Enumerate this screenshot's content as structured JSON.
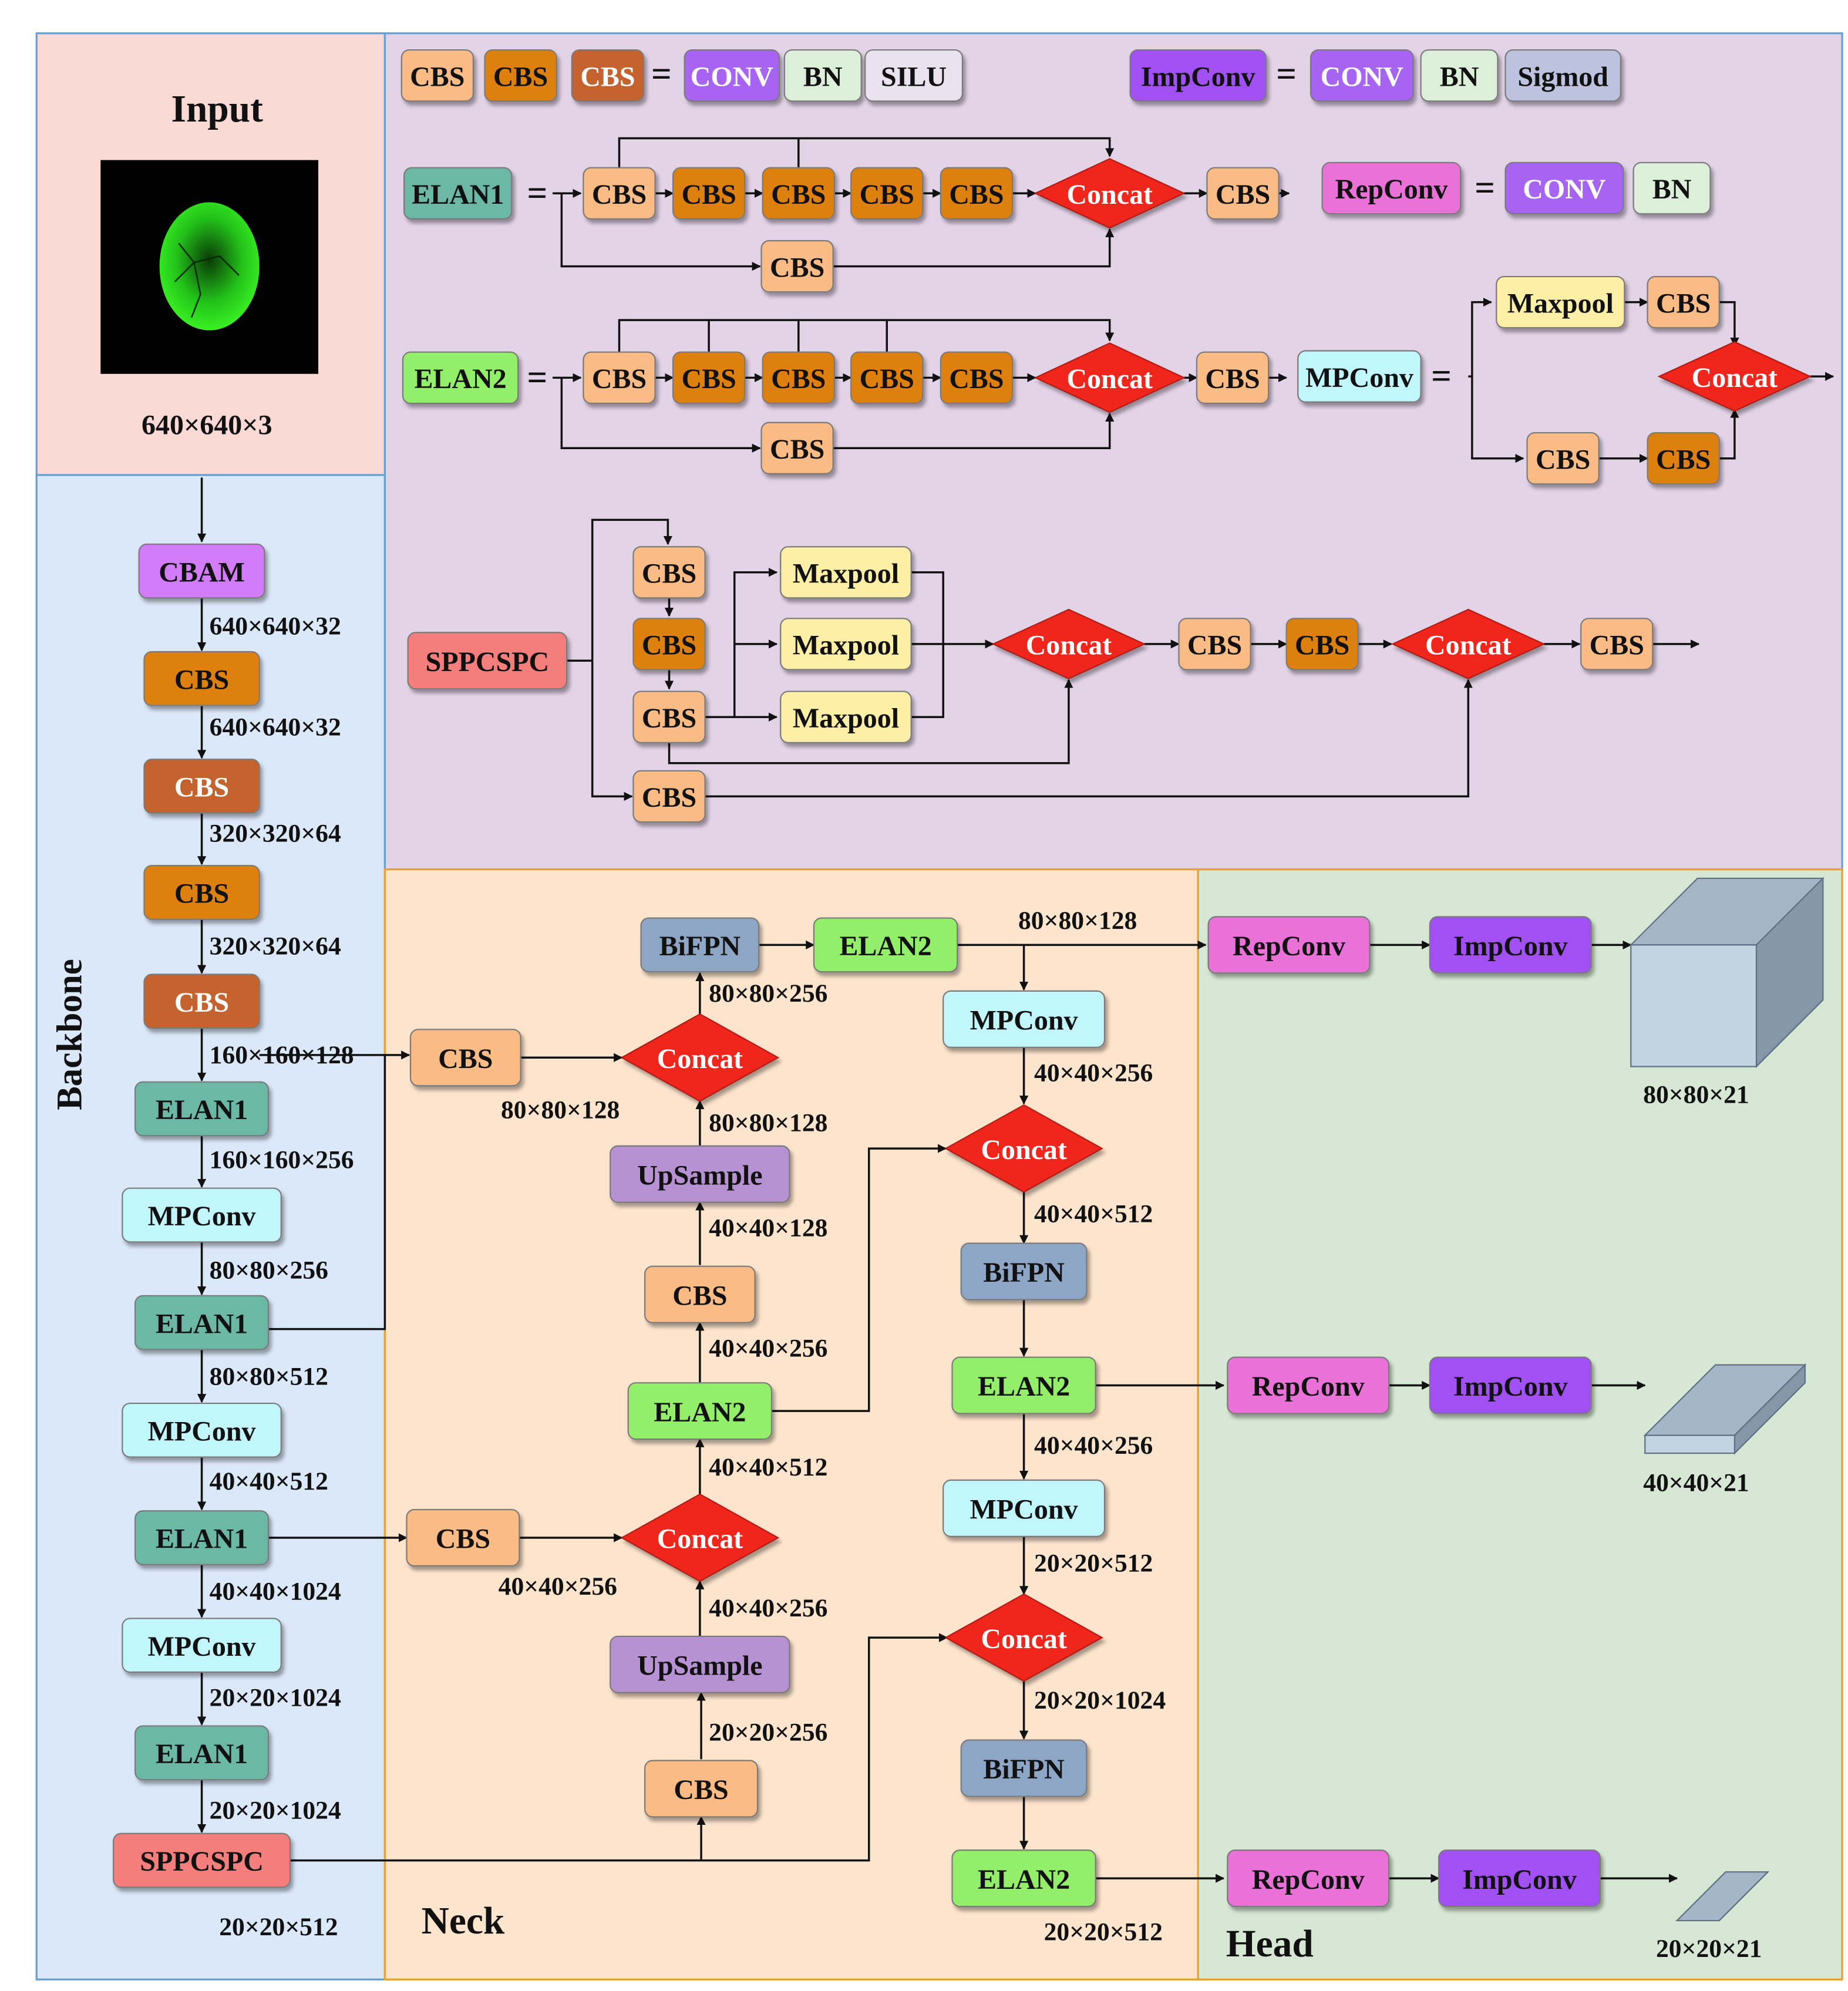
{
  "colors": {
    "input_bg": "#fbd9d5",
    "backbone_bg": "#dbe8fa",
    "legend_bg": "#e3d3e7",
    "neck_bg": "#fde4cd",
    "head_bg": "#d6e8d4",
    "cbs_light": "#fbbb84",
    "cbs_mid": "#dd8011",
    "cbs_dark": "#c4632e",
    "elan1": "#6ab8a5",
    "elan2": "#93ef6b",
    "mpconv": "#c1f6fd",
    "cbam": "#d37bfa",
    "conv": "#a764f2",
    "bn": "#dcefd8",
    "silu": "#eae3ef",
    "sigmod": "#bdc3de",
    "repconv": "#ea71d8",
    "impconv": "#a151f3",
    "maxpool": "#fdf0a6",
    "upsample": "#b792d2",
    "bifpn": "#8ea6c5",
    "sppcspc": "#f47e7c",
    "concat": "#f0271d"
  },
  "input": {
    "title": "Input",
    "image": "green-egg-embryo-image",
    "size_label": "640×640×3"
  },
  "sections": {
    "backbone": "Backbone",
    "neck": "Neck",
    "head": "Head"
  },
  "legend": {
    "cbs": "CBS",
    "conv": "CONV",
    "bn": "BN",
    "silu": "SILU",
    "impconv": "ImpConv",
    "sigmod": "Sigmod",
    "elan1": "ELAN1",
    "elan2": "ELAN2",
    "concat": "Concat",
    "repconv": "RepConv",
    "mpconv": "MPConv",
    "maxpool": "Maxpool",
    "sppcspc": "SPPCSPC",
    "equals": "="
  },
  "backbone": {
    "cbam": "CBAM",
    "cbs": "CBS",
    "elan1": "ELAN1",
    "mpconv": "MPConv",
    "sppcspc": "SPPCSPC",
    "dims": [
      "640×640×32",
      "640×640×32",
      "320×320×64",
      "320×320×64",
      "160×160×128",
      "160×160×256",
      "80×80×256",
      "80×80×512",
      "40×40×512",
      "40×40×1024",
      "20×20×1024",
      "20×20×1024",
      "20×20×512"
    ]
  },
  "neck": {
    "cbs": "CBS",
    "concat": "Concat",
    "bifpn": "BiFPN",
    "elan2": "ELAN2",
    "upsample": "UpSample",
    "mpconv": "MPConv",
    "dims": {
      "cbs_top_out": "80×80×128",
      "concat_top_out": "80×80×256",
      "upsample_top_out": "80×80×128",
      "cbs_mid_out": "40×40×128",
      "elan2_mid_out": "40×40×256",
      "concat_mid_out": "40×40×512",
      "cbs_lat_out": "40×40×256",
      "upsample_bot_out": "40×40×256",
      "cbs_bot_out": "20×20×256",
      "elan2_top_out": "80×80×128",
      "mpconv_1_out": "40×40×256",
      "concat_r1_out": "40×40×512",
      "elan2_r1_out": "40×40×256",
      "mpconv_2_out": "20×20×512",
      "concat_r2_out": "20×20×1024",
      "elan2_r2_out": "20×20×512"
    }
  },
  "head": {
    "repconv": "RepConv",
    "impconv": "ImpConv",
    "outputs": [
      "80×80×21",
      "40×40×21",
      "20×20×21"
    ]
  }
}
